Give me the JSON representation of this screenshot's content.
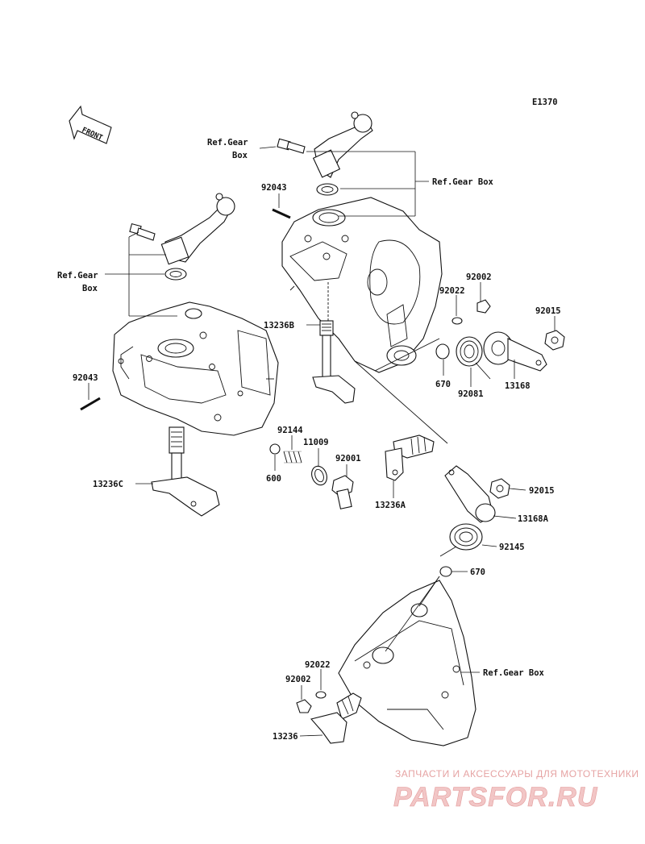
{
  "diagram_code": "E1370",
  "front_label": "FRONT",
  "callouts": {
    "ref_gear_box_upper_left": "Ref.Gear\nBox",
    "ref_gear_box_upper": "Ref.Gear Box",
    "ref_gear_box_left": "Ref.Gear\nBox",
    "ref_gear_box_lower": "Ref.Gear Box",
    "p92043_top": "92043",
    "p92043_left": "92043",
    "p92002_top": "92002",
    "p92022_top": "92022",
    "p92015_top": "92015",
    "p13236B": "13236B",
    "p670_top": "670",
    "p92081": "92081",
    "p13168": "13168",
    "p92144": "92144",
    "p11009": "11009",
    "p92001": "92001",
    "p600": "600",
    "p13236C": "13236C",
    "p13236A": "13236A",
    "p92015_mid": "92015",
    "p13168A": "13168A",
    "p92145": "92145",
    "p670_mid": "670",
    "p92022_low": "92022",
    "p92002_low": "92002",
    "p13236": "13236"
  },
  "watermark": {
    "caption": "ЗАПЧАСТИ И АКСЕССУАРЫ ДЛЯ МОТОТЕХНИКИ",
    "logo": "PARTSFOR.RU"
  }
}
